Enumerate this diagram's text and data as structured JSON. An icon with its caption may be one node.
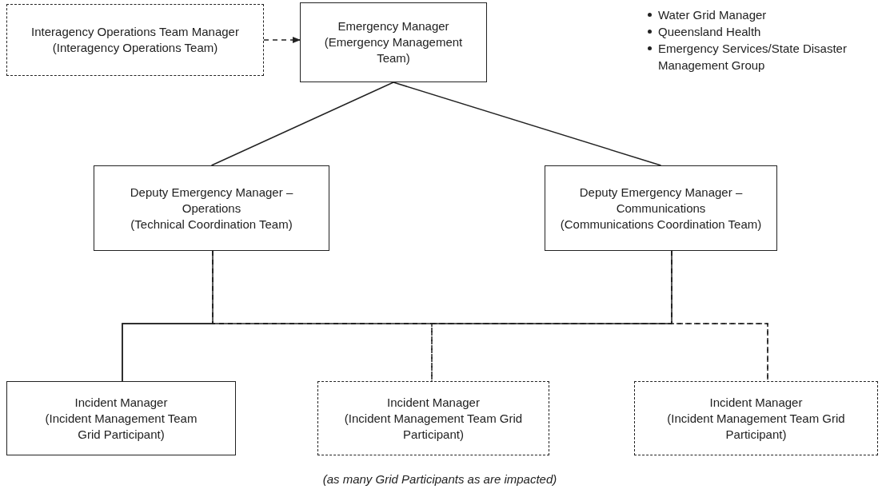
{
  "diagram": {
    "nodes": [
      {
        "text": [
          "Interagency Operations Team Manager",
          "(Interagency Operations Team)"
        ]
      },
      {
        "text": [
          "Emergency Manager",
          "(Emergency Management Team)"
        ]
      },
      {
        "text": [
          "Deputy Emergency Manager – Operations",
          "(Technical Coordination Team)"
        ]
      },
      {
        "text": [
          "Deputy Emergency Manager – Communications",
          "(Communications Coordination Team)"
        ]
      },
      {
        "text": [
          "Incident Manager",
          "(Incident Management Team Grid Participant)"
        ]
      },
      {
        "text": [
          "Incident Manager",
          "(Incident Management Team Grid Participant)"
        ]
      },
      {
        "text": [
          "Incident Manager",
          "(Incident Management Team Grid Participant)"
        ]
      }
    ],
    "edges": [
      {
        "from": 0,
        "to": 1,
        "arrow": "to",
        "style": "dashed"
      },
      {
        "from": 1,
        "to": 2,
        "arrow": "none"
      },
      {
        "from": 1,
        "to": 3,
        "arrow": "none"
      },
      {
        "from": 2,
        "to": 4,
        "arrow": "none"
      },
      {
        "from": 2,
        "to": 5,
        "arrow": "none",
        "style": "dashed"
      },
      {
        "from": 2,
        "to": 6,
        "arrow": "none",
        "style": "dashed"
      },
      {
        "from": 3,
        "to": 4,
        "arrow": "none"
      },
      {
        "from": 3,
        "to": 5,
        "arrow": "none",
        "style": "dashed"
      },
      {
        "from": 3,
        "to": 6,
        "arrow": "none",
        "style": "dashed"
      }
    ],
    "labels": [
      "Water Grid Manager",
      "Queensland Health",
      "Emergency Services/State Disaster Management Group",
      "(as many Grid Participants as are impacted)"
    ]
  }
}
